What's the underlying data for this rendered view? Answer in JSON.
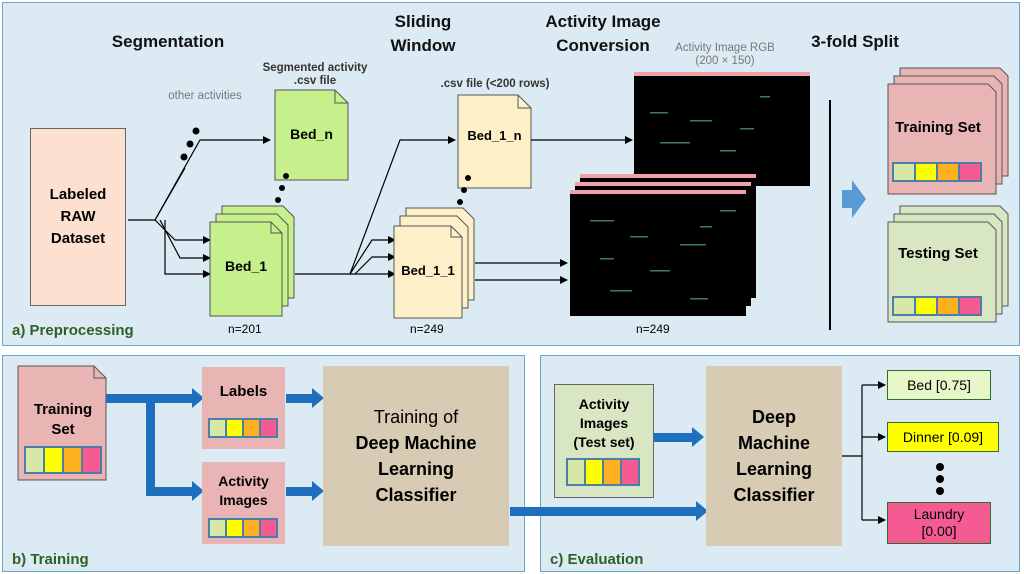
{
  "panels": {
    "preprocessing": "a) Preprocessing",
    "training": "b) Training",
    "evaluation": "c) Evaluation"
  },
  "headings": {
    "segmentation": "Segmentation",
    "sliding_window": "Sliding Window",
    "activity_image_conversion": "Activity Image Conversion",
    "three_fold_split": "3-fold Split"
  },
  "preprocessing": {
    "raw_dataset": "Labeled RAW Dataset",
    "other_activities": "other activities",
    "segmented_csv_label": "Segmented activity .csv file",
    "bed_n": "Bed_n",
    "bed_1": "Bed_1",
    "n_segments": "n=201",
    "csv_file_label": ".csv file (<200 rows)",
    "bed_1_n": "Bed_1_n",
    "bed_1_1": "Bed_1_1",
    "n_windows": "n=249",
    "activity_image_label": "Activity Image RGB (200 × 150)",
    "n_images": "n=249",
    "training_set": "Training Set",
    "testing_set": "Testing Set"
  },
  "training": {
    "training_set": "Training Set",
    "labels": "Labels",
    "activity_images": "Activity Images",
    "classifier_line1": "Training of",
    "classifier_line2": "Deep Machine Learning Classifier"
  },
  "evaluation": {
    "activity_images_test": "Activity Images (Test set)",
    "classifier": "Deep Machine Learning Classifier",
    "outputs": [
      {
        "label": "Bed [0.75]",
        "color": "#e8f7c8"
      },
      {
        "label": "Dinner [0.09]",
        "color": "#ffff00"
      },
      {
        "label": "Laundry [0.00]",
        "color": "#f45b93"
      }
    ]
  },
  "colors": {
    "panel_bg": "#dcebf3",
    "green_doc": "#c6f08c",
    "cream_doc": "#fdf0c8",
    "raw_box": "#fde0d0",
    "pink_box": "#e8b4b4",
    "green_box": "#d8e6c4",
    "classifier": "#d8cbb4",
    "arrow_blue": "#1f6fbf",
    "split_arrow": "#5a9bd5",
    "swatches": [
      "#d8e6a8",
      "#ffff00",
      "#ffb020",
      "#f45b93"
    ]
  }
}
